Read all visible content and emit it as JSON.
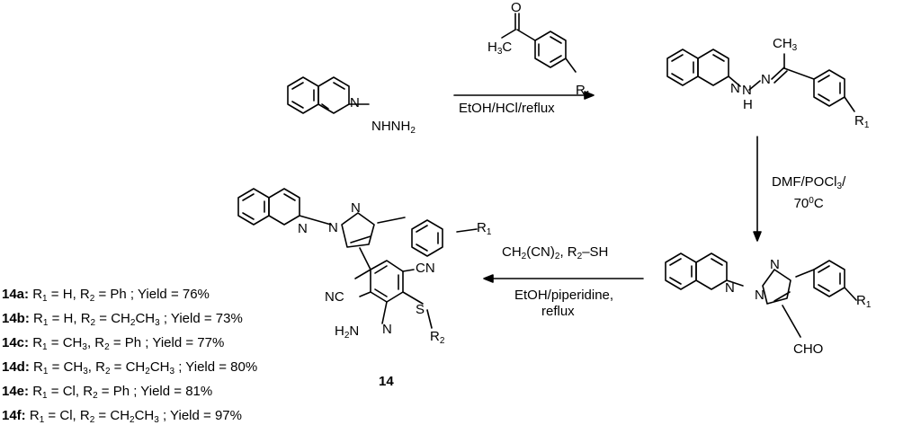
{
  "labels": {
    "nhnh2": "NHNH",
    "n_atom": "N",
    "nh": "H",
    "h3c": "H",
    "c3": "C",
    "o_atom": "O",
    "ch3": "CH",
    "r": "R",
    "one": "1",
    "two": "2",
    "three": "3",
    "cho": "CHO",
    "nc": "NC",
    "cn": "CN",
    "h2n": "N",
    "h": "H",
    "s": "S",
    "compound_number": "14"
  },
  "conditions": {
    "step1": "EtOH/HCl/reflux",
    "step2_line1": "DMF/POCl",
    "step2_line1_end": "/",
    "step2_line2": "70",
    "step2_sup": "0",
    "step2_unit": "C",
    "step3_line1_a": "CH",
    "step3_line1_b": "(CN)",
    "step3_line1_c": ", R",
    "step3_line1_d": "–SH",
    "step3_line2": "EtOH/piperidine,",
    "step3_line3": "reflux"
  },
  "yields": [
    {
      "id": "14a:",
      "r1": "H",
      "r2": "Ph",
      "r2_sub": "",
      "r2_tail": "",
      "yield": "Yield = 76%"
    },
    {
      "id": "14b:",
      "r1": "H",
      "r2": "CH",
      "r2_sub": "2",
      "r2_tail": "CH3",
      "yield": "Yield = 73%"
    },
    {
      "id": "14c:",
      "r1": "CH3",
      "r2": "Ph",
      "r2_sub": "",
      "r2_tail": "",
      "yield": "Yield = 77%"
    },
    {
      "id": "14d:",
      "r1": "CH3",
      "r2": "CH",
      "r2_sub": "2",
      "r2_tail": "CH3",
      "yield": "Yield = 80%"
    },
    {
      "id": "14e:",
      "r1": "Cl",
      "r2": "Ph",
      "r2_sub": "",
      "r2_tail": "",
      "yield": "Yield = 81%"
    },
    {
      "id": "14f:",
      "r1": "Cl",
      "r2": "CH",
      "r2_sub": "2",
      "r2_tail": "CH3",
      "yield": "Yield = 97%"
    }
  ]
}
